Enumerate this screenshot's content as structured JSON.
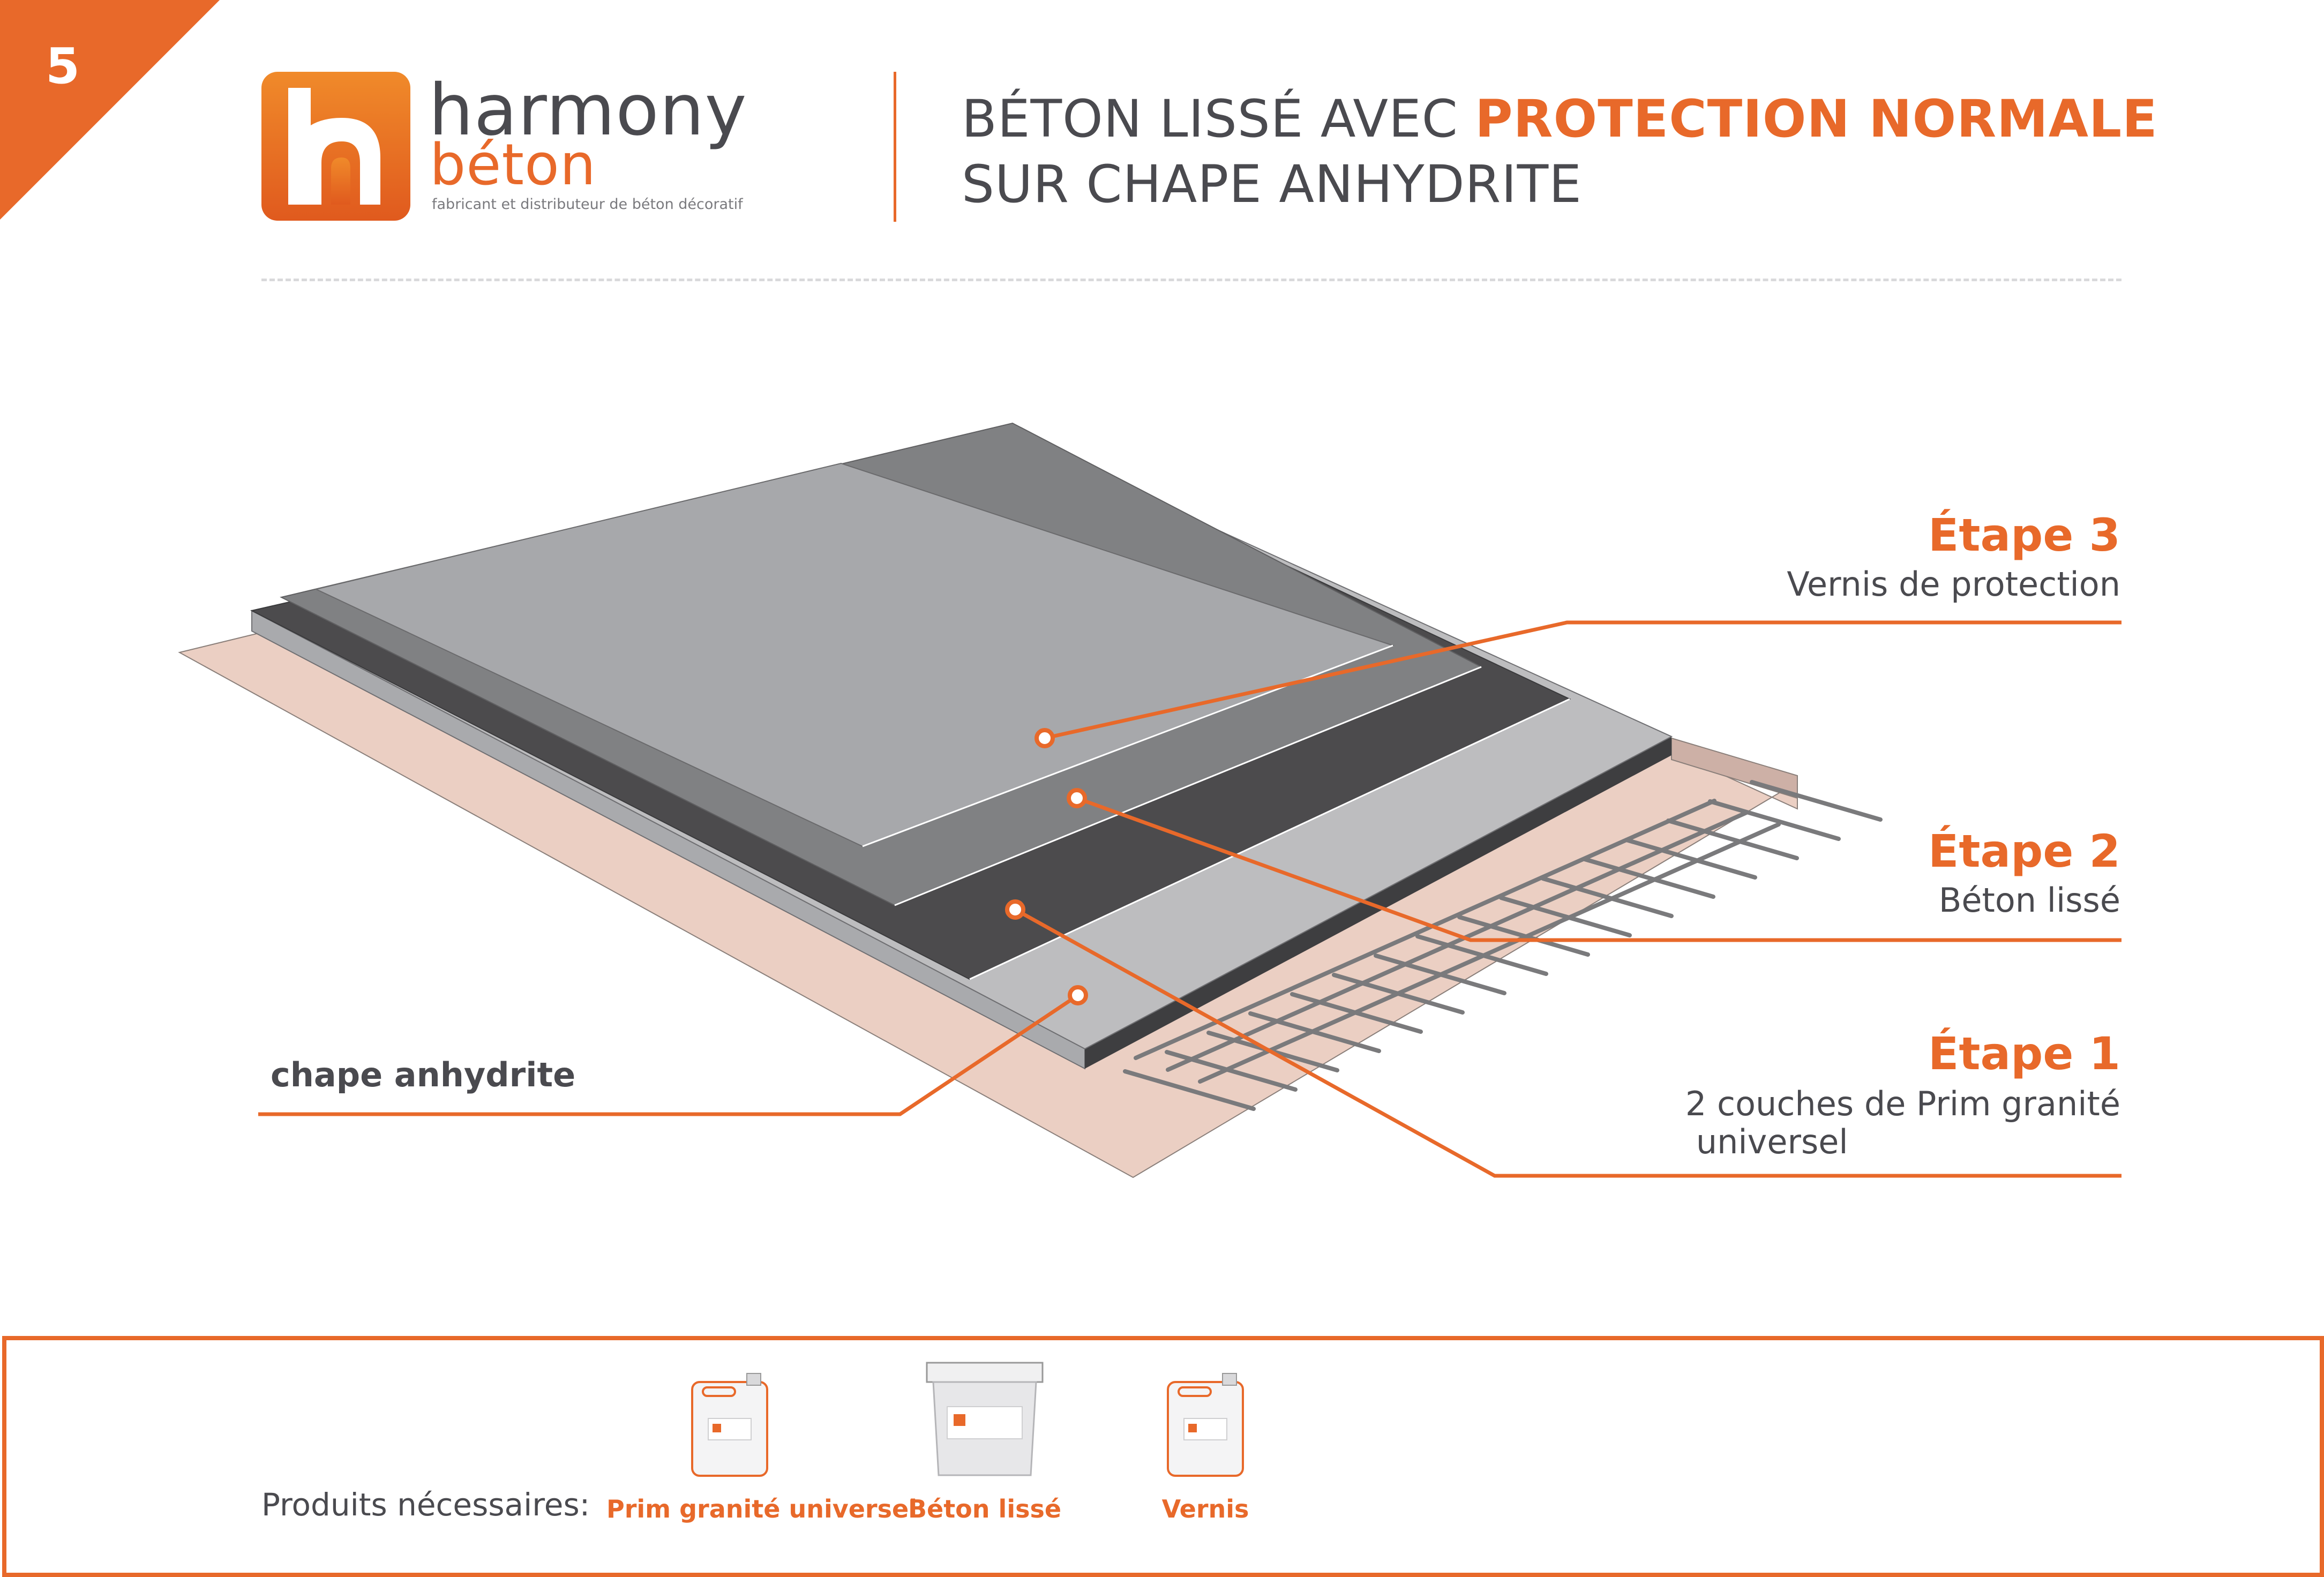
{
  "page_number": "5",
  "brand": {
    "logo_letter": "h",
    "name": "harmony",
    "sub": "béton",
    "tagline": "fabricant et distributeur de béton décoratif"
  },
  "title": {
    "line1_prefix": "BÉTON LISSÉ AVEC ",
    "line1_accent": "PROTECTION NORMALE",
    "line2": "SUR CHAPE ANHYDRITE"
  },
  "steps": [
    {
      "title": "Étape 3",
      "desc": "Vernis de protection"
    },
    {
      "title": "Étape 2",
      "desc": "Béton lissé"
    },
    {
      "title": "Étape 1",
      "desc_line1": "2 couches de Prim granité",
      "desc_line2": "universel"
    }
  ],
  "chape_label": "chape anhydrite",
  "products": {
    "heading": "Produits nécessaires:",
    "items": [
      {
        "label": "Prim granité universel",
        "icon": "jerrycan-icon"
      },
      {
        "label": "Béton lissé",
        "icon": "bucket-icon"
      },
      {
        "label": "Vernis",
        "icon": "jerrycan-icon"
      }
    ]
  },
  "colors": {
    "accent": "#e8692a",
    "text": "#4a4a4f",
    "chape": "#ebcfc3",
    "primer_dark": "#4c4b4d",
    "beton": "#808183",
    "vernis": "#a7a8ab"
  }
}
